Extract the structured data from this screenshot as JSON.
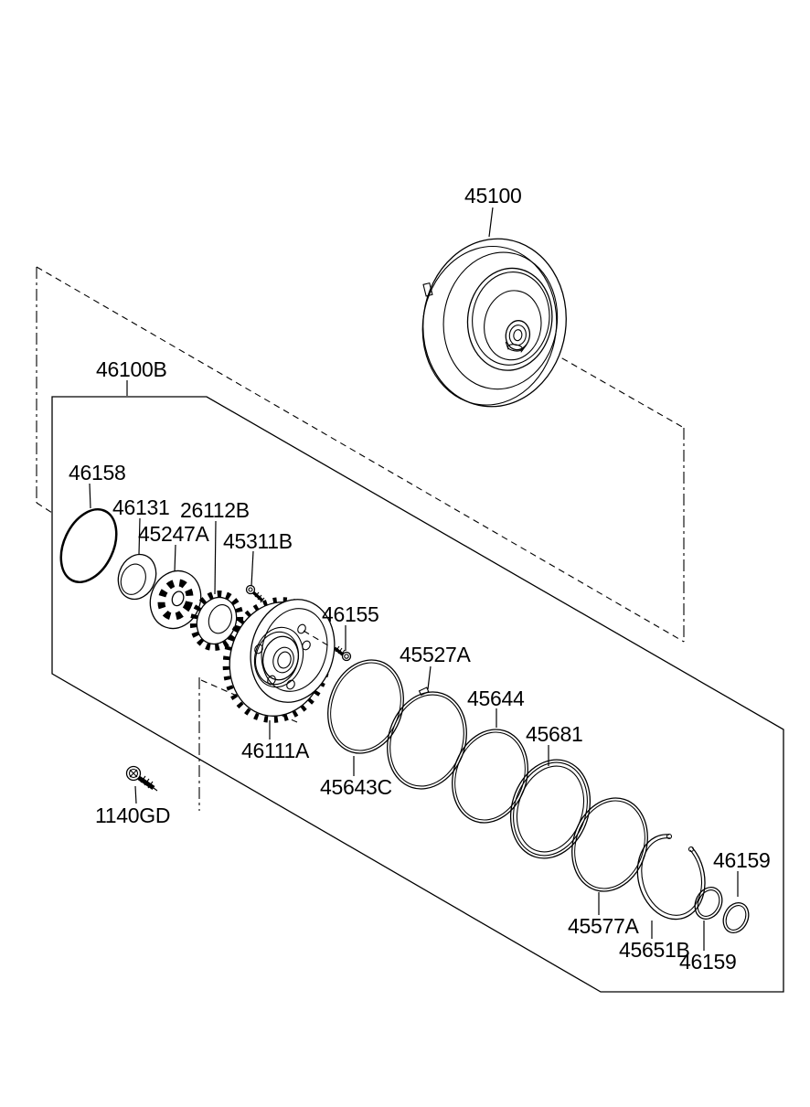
{
  "document": {
    "kind": "exploded-parts-diagram",
    "subject": "oil pump and torque converter assembly",
    "background_color": "#ffffff",
    "line_color": "#000000"
  },
  "diagram": {
    "parts": [
      {
        "label": "45100"
      },
      {
        "label": "46100B"
      },
      {
        "label": "46158"
      },
      {
        "label": "46131"
      },
      {
        "label": "26112B"
      },
      {
        "label": "45247A"
      },
      {
        "label": "45311B"
      },
      {
        "label": "46155"
      },
      {
        "label": "45527A"
      },
      {
        "label": "45644"
      },
      {
        "label": "45681"
      },
      {
        "label": "46111A"
      },
      {
        "label": "45643C"
      },
      {
        "label": "1140GD"
      },
      {
        "label": "45577A"
      },
      {
        "label": "45651B"
      },
      {
        "label": "46159"
      },
      {
        "label": "46159"
      }
    ]
  }
}
